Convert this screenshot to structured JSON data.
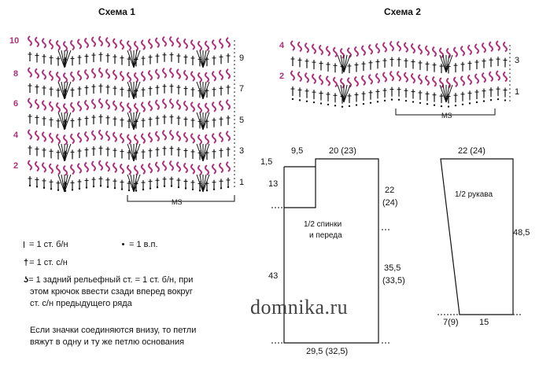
{
  "scheme1": {
    "title": "Схема 1",
    "left_rows": [
      "10",
      "8",
      "6",
      "4",
      "2"
    ],
    "right_rows": [
      "9",
      "7",
      "5",
      "3",
      "1"
    ],
    "repeat_label": "MS"
  },
  "scheme2": {
    "title": "Схема 2",
    "left_rows": [
      "4",
      "2"
    ],
    "right_rows": [
      "3",
      "1"
    ],
    "repeat_label": "MS"
  },
  "legend": {
    "sc": "= 1 ст. б/н",
    "ch": "= 1 в.п.",
    "dc": "= 1 ст. с/н",
    "relief_1": "= 1 задний рельефный ст. = 1 ст. б/н, при",
    "relief_2": "этом крючок ввести сзади вперед вокруг",
    "relief_3": "ст. с/н предыдущего ряда",
    "note_1": "Если значки соединяются внизу, то петли",
    "note_2": "вяжут в одну и ту же петлю основания"
  },
  "body_pattern": {
    "top_left": "1,5",
    "shoulder": "9,5",
    "neck": "20 (23)",
    "neck_depth": "13",
    "armhole_1": "22",
    "armhole_2": "(24)",
    "label_1": "1/2 спинки",
    "label_2": "и переда",
    "height": "43",
    "side_1": "35,5",
    "side_2": "(33,5)",
    "bottom": "29,5 (32,5)"
  },
  "sleeve_pattern": {
    "top": "22 (24)",
    "label": "1/2 рукава",
    "length": "48,5",
    "bottom_left": "7(9)",
    "bottom": "15"
  },
  "watermark": "domnika.ru",
  "colors": {
    "accent": "#b0307a",
    "ink": "#111111"
  }
}
